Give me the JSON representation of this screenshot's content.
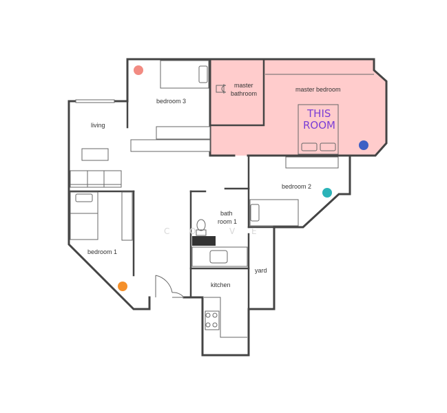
{
  "rooms": {
    "master_bathroom_line1": "master",
    "master_bathroom_line2": "bathroom",
    "master_bedroom": "master bedroom",
    "bedroom3": "bedroom 3",
    "living": "living",
    "bedroom2": "bedroom 2",
    "bath1_line1": "bath",
    "bath1_line2": "room 1",
    "bedroom1": "bedroom 1",
    "kitchen": "kitchen",
    "yard": "yard"
  },
  "highlight": {
    "line1": "THIS",
    "line2": "ROOM",
    "fill_color": "#ffcccc",
    "text_color": "#7b3fd6"
  },
  "watermark": {
    "letters": [
      "C",
      "O",
      "V",
      "E"
    ]
  },
  "markers": [
    {
      "room": "bedroom 3",
      "color": "#f28b82"
    },
    {
      "room": "master bedroom",
      "color": "#3d5fc4"
    },
    {
      "room": "bedroom 2",
      "color": "#2bb3b8"
    },
    {
      "room": "bedroom 1",
      "color": "#f5902a"
    }
  ]
}
